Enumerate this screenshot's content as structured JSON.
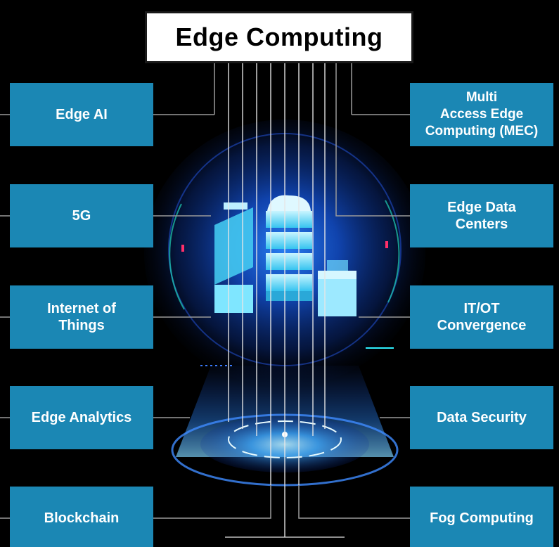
{
  "title": "Edge Computing",
  "left_items": [
    {
      "label": "Edge AI"
    },
    {
      "label": "5G"
    },
    {
      "label": "Internet of\nThings"
    },
    {
      "label": "Edge Analytics"
    },
    {
      "label": "Blockchain"
    }
  ],
  "right_items": [
    {
      "label": "Multi\nAccess  Edge\nComputing (MEC)"
    },
    {
      "label": "Edge Data\nCenters"
    },
    {
      "label": "IT/OT\nConvergence"
    },
    {
      "label": "Data Security"
    },
    {
      "label": "Fog Computing"
    }
  ],
  "colors": {
    "background": "#000000",
    "tile": "#1b87b4",
    "title_box": "#ffffff",
    "glow": "#1e6fff",
    "server": "#49d6ff"
  }
}
